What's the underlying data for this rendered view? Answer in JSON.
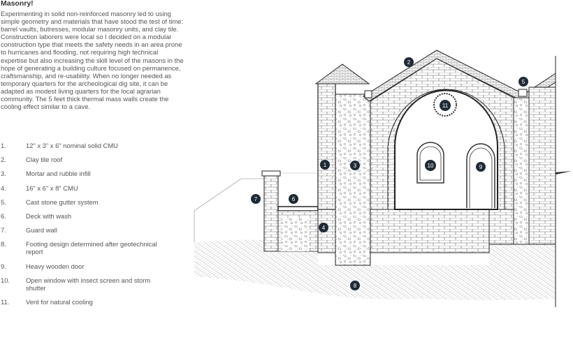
{
  "title": "Masonry!",
  "intro": "Experimenting in solid non-reinforced masonry led to using simple geometry and materials that have stood the test of time: barrel vaults, butresses, modular masonry units, and clay tile. Construction laborers were local so I decided on a modular construction type that meets the safety needs in an area prone to hurricanes and flooding, not requiring high technical expertise but also increasing the skill level of the masons in the hope of generating a building culture focused on permanence, craftsmanship, and re-usability. When no longer needed as temporary quarters for the archeological dig site, it can be adapted as modest living quarters for the local agrarian community. The 5 feet thick thermal mass walls create the cooling effect similar to a cave.",
  "legend": [
    {
      "num": "1.",
      "text": "12\" x 3\" x 6\" nominal solid CMU"
    },
    {
      "num": "2.",
      "text": "Clay tile roof"
    },
    {
      "num": "3.",
      "text": "Mortar and rubble infill"
    },
    {
      "num": "4.",
      "text": "16\" x 6\" x 8\" CMU"
    },
    {
      "num": "5.",
      "text": "Cast stone gutter system"
    },
    {
      "num": "6.",
      "text": "Deck with wash"
    },
    {
      "num": "7.",
      "text": "Guard wall"
    },
    {
      "num": "8.",
      "text": "Footing design determined after geotechnical report"
    },
    {
      "num": "9.",
      "text": "Heavy wooden door"
    },
    {
      "num": "10.",
      "text": "Open window with insect screen and storm shutter"
    },
    {
      "num": "11.",
      "text": "Vent for natural cooling"
    }
  ],
  "callouts": [
    "1",
    "2",
    "3",
    "4",
    "5",
    "6",
    "7",
    "8",
    "9",
    "10",
    "11"
  ],
  "colors": {
    "callout": "#1f2a36",
    "line": "#222222",
    "hatch": "#9a9a9a"
  }
}
